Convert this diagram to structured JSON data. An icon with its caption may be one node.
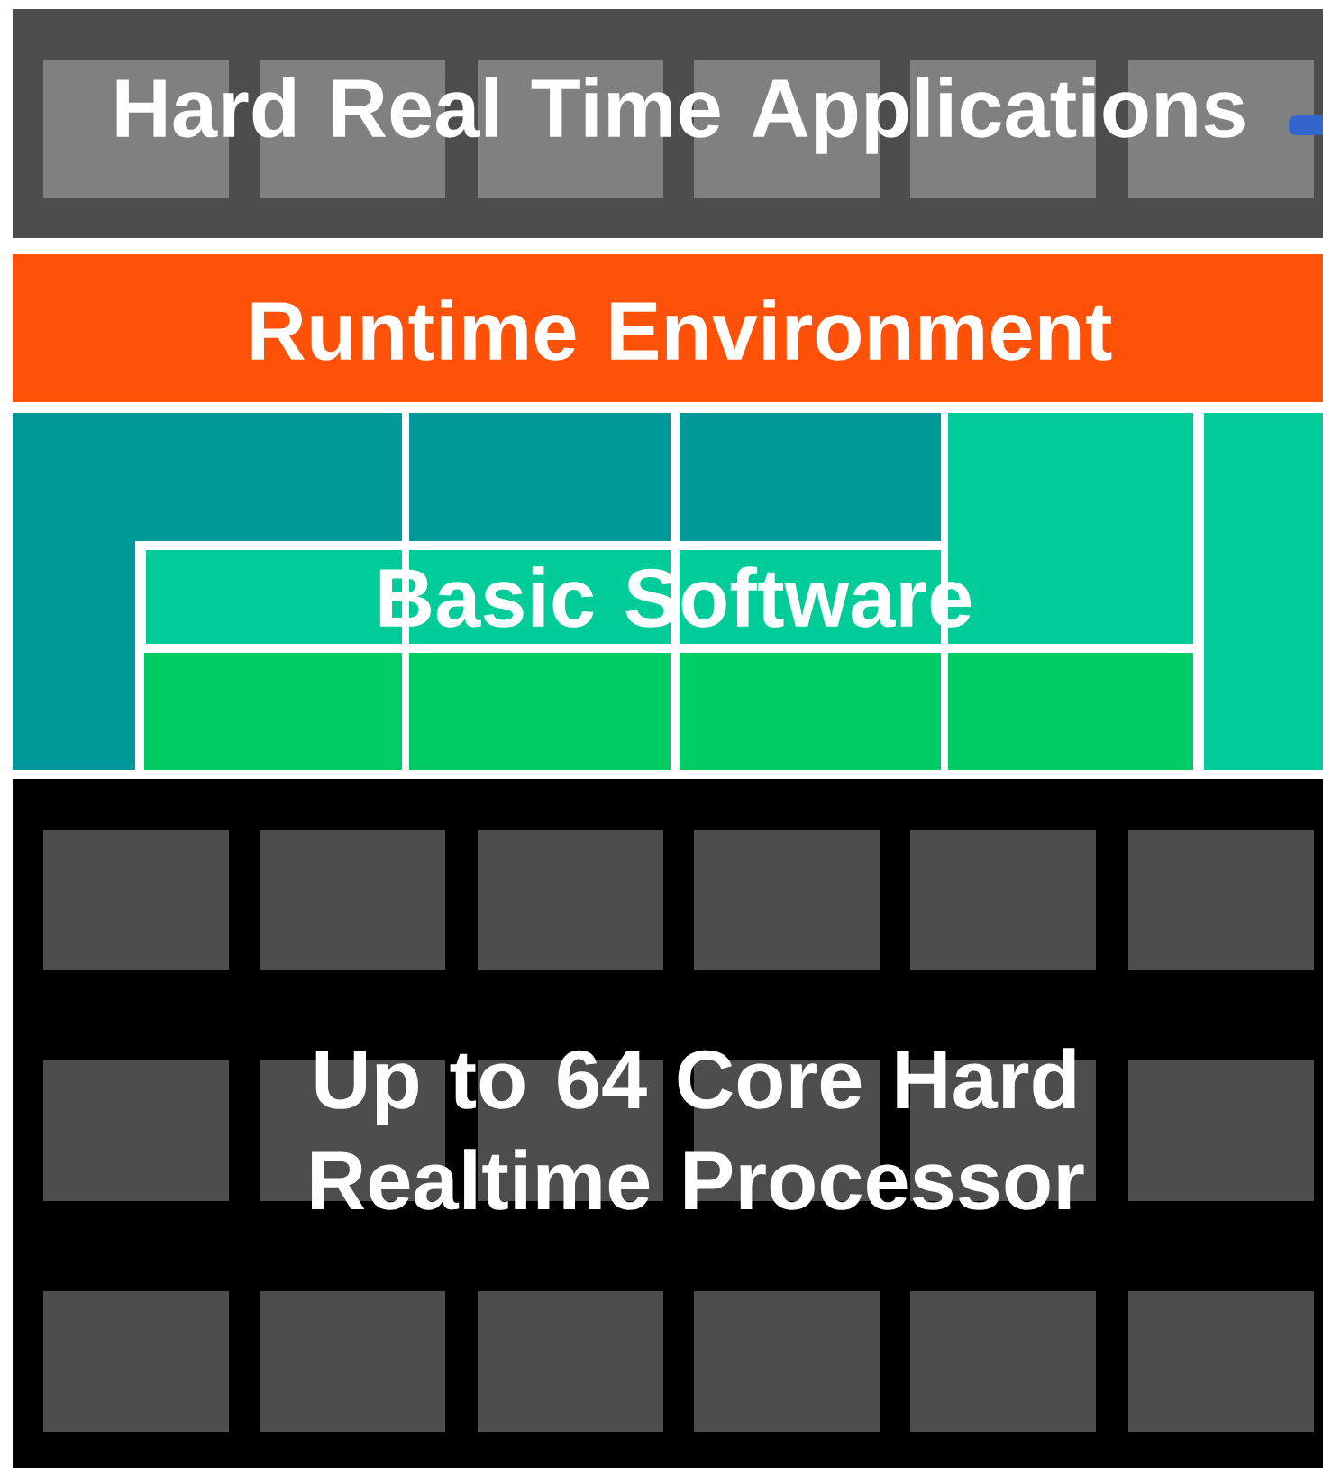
{
  "diagram": {
    "nodes": [
      {
        "text": [
          "Hard Real Time Applications"
        ]
      },
      {
        "text": [
          "Runtime Environment"
        ]
      },
      {
        "text": [
          "Basic Software"
        ]
      },
      {
        "text": [
          "Up to 64 Core Hard Realtime Processor"
        ]
      }
    ]
  }
}
